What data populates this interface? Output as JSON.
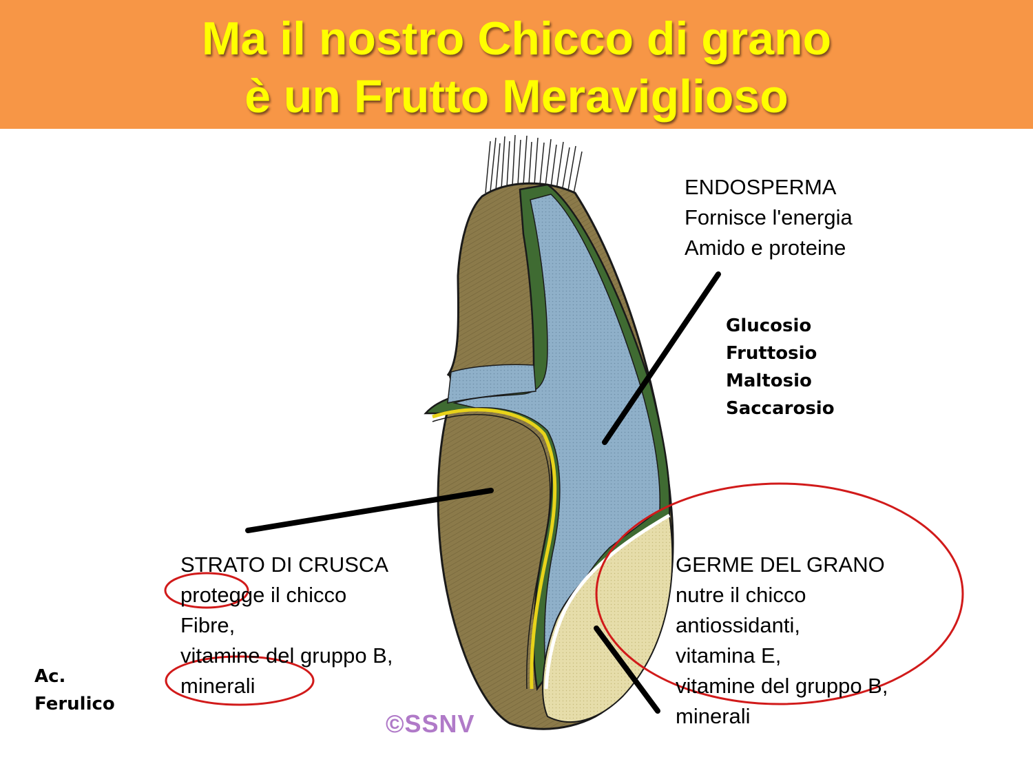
{
  "slide": {
    "title_line1": "Ma il nostro Chicco di grano",
    "title_line2": "è un Frutto Meraviglioso"
  },
  "endosperma": {
    "heading": "ENDOSPERMA",
    "line1": "Fornisce l'energia",
    "line2": "Amido e proteine"
  },
  "sugars": [
    "Glucosio",
    "Fruttosio",
    "Maltosio",
    "Saccarosio"
  ],
  "crusca": {
    "heading": "STRATO DI CRUSCA",
    "line1": "protegge il chicco",
    "line2": "Fibre,",
    "line3": "vitamine del gruppo B,",
    "line4": "minerali"
  },
  "germe": {
    "heading": "GERME DEL GRANO",
    "line1": "nutre il chicco",
    "line2": "antiossidanti,",
    "line3": "vitamina E,",
    "line4": "vitamine del gruppo B,",
    "line5": "minerali"
  },
  "ferulic": {
    "line1": "Ac.",
    "line2": "Ferulico"
  },
  "watermark": "©SSNV",
  "colors": {
    "header_bg": "#f79646",
    "title": "#ffff00",
    "bran": "#8b7a4a",
    "endosperm": "#8fb0c9",
    "aleurone": "#3f6b32",
    "germ": "#e6ddaa",
    "highlight_circle": "#d11a1a",
    "watermark": "#b07ac8"
  }
}
